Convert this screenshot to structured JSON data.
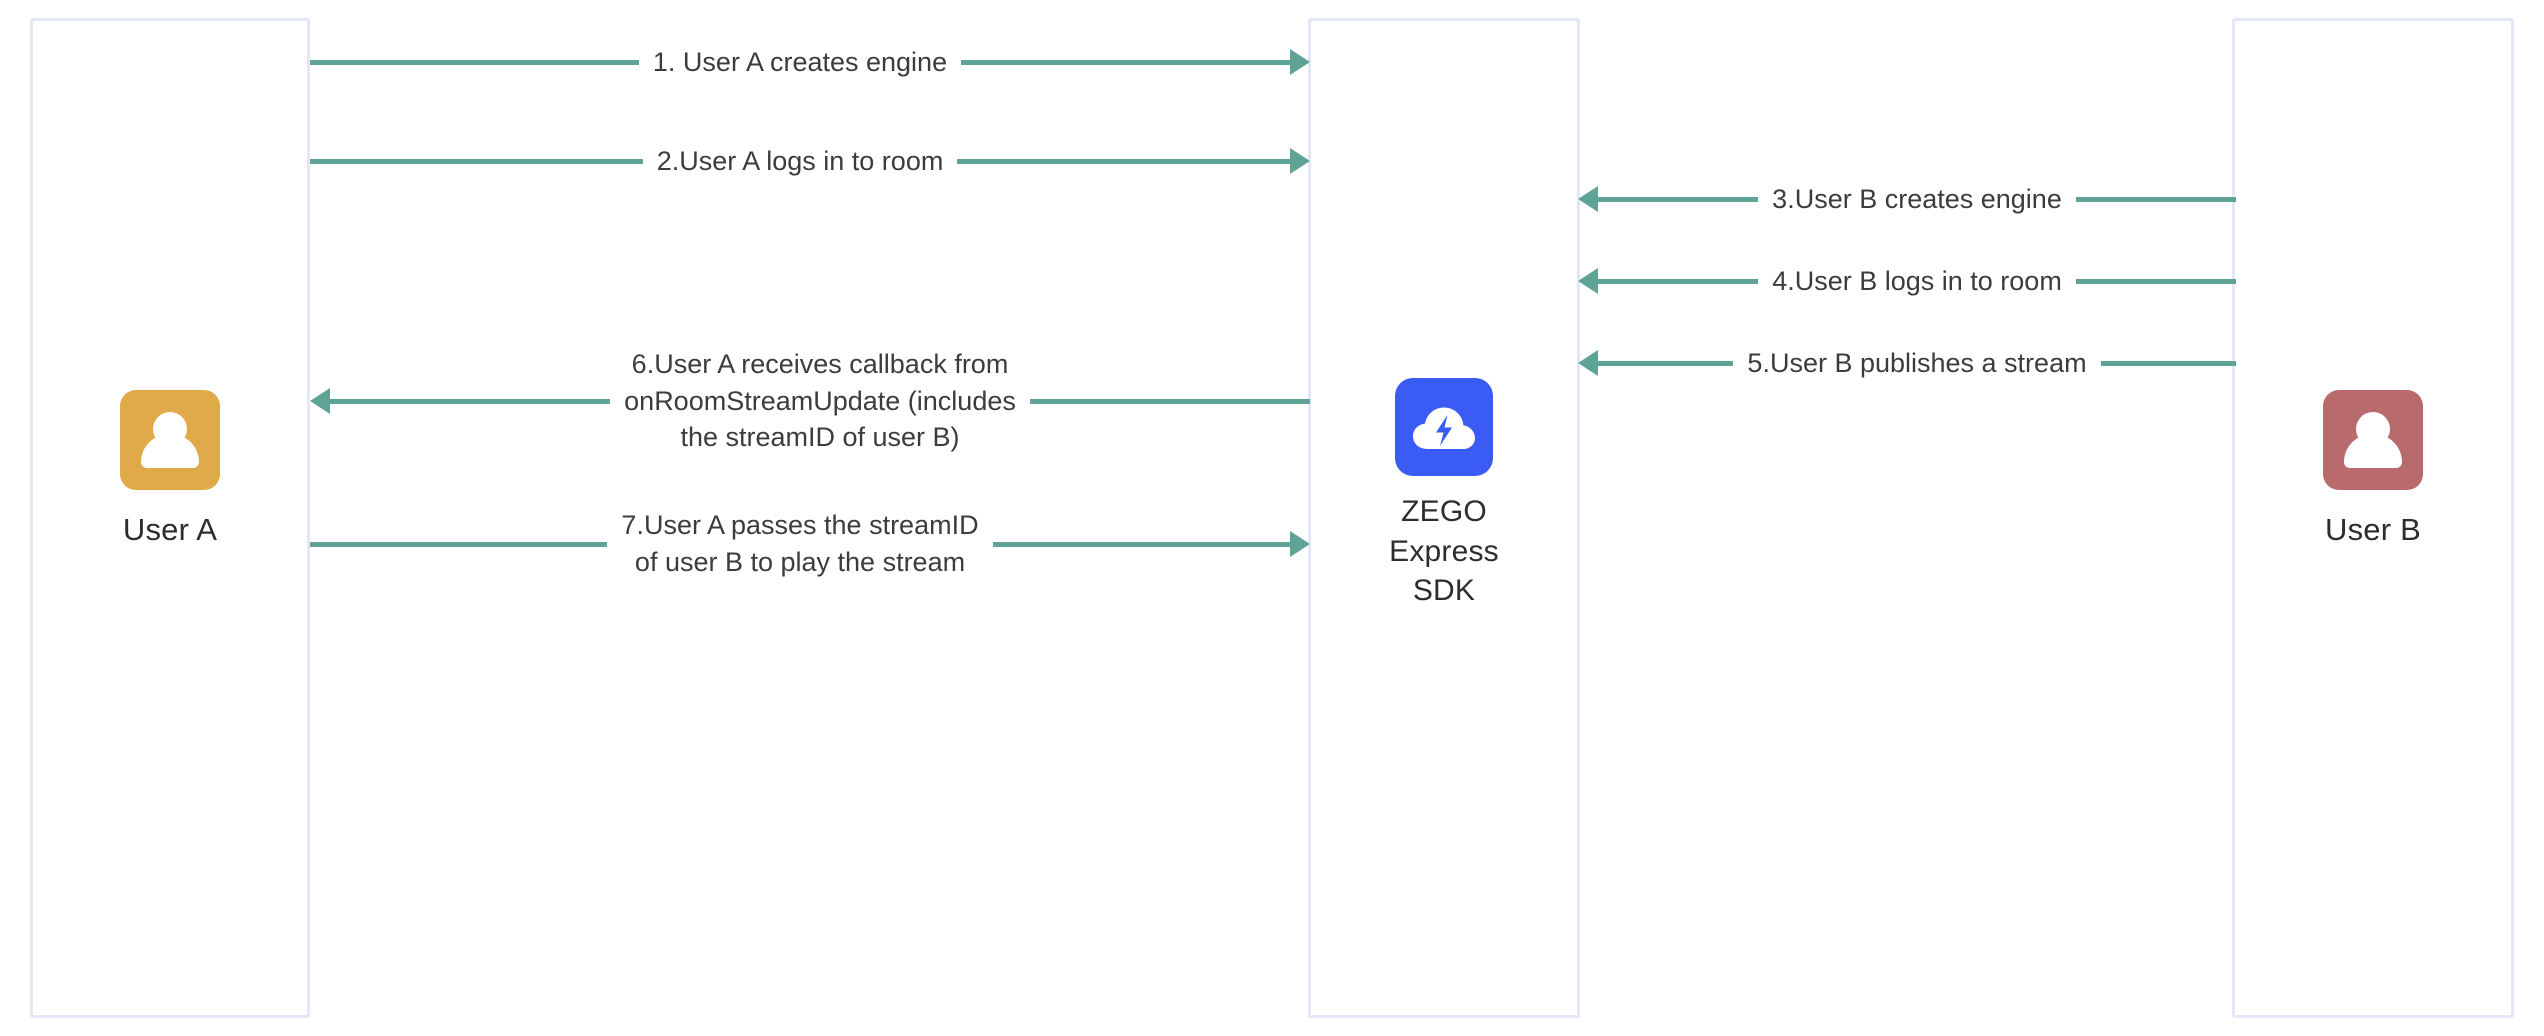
{
  "diagram": {
    "title": "ZEGO Express SDK publish and play sequence",
    "accent_arrow_color": "#5fa396",
    "lifeline_border_color": "#e2e8f8",
    "text_color": "#3c3c3c"
  },
  "actors": {
    "user_a": {
      "label": "User A",
      "avatar_color": "#e0a94a",
      "avatar_icon": "person-icon"
    },
    "sdk": {
      "label": "ZEGO\nExpress\nSDK",
      "logo_color": "#3b5bf5",
      "logo_icon": "cloud-lightning-icon"
    },
    "user_b": {
      "label": "User B",
      "avatar_color": "#b96a6d",
      "avatar_icon": "person-icon"
    }
  },
  "messages": [
    {
      "id": 1,
      "label": "1. User A creates engine",
      "from": "User A",
      "to": "ZEGO Express SDK",
      "direction": "right"
    },
    {
      "id": 2,
      "label": "2.User A logs in to room",
      "from": "User A",
      "to": "ZEGO Express SDK",
      "direction": "right"
    },
    {
      "id": 3,
      "label": "3.User B creates engine",
      "from": "User B",
      "to": "ZEGO Express SDK",
      "direction": "left"
    },
    {
      "id": 4,
      "label": "4.User B logs in to room",
      "from": "User B",
      "to": "ZEGO Express SDK",
      "direction": "left"
    },
    {
      "id": 5,
      "label": "5.User B publishes a stream",
      "from": "User B",
      "to": "ZEGO Express SDK",
      "direction": "left"
    },
    {
      "id": 6,
      "label": "6.User A receives callback from\nonRoomStreamUpdate (includes\nthe streamID of user B)",
      "from": "ZEGO Express SDK",
      "to": "User A",
      "direction": "left"
    },
    {
      "id": 7,
      "label": "7.User A passes the streamID\nof user B to play the stream",
      "from": "User A",
      "to": "ZEGO Express SDK",
      "direction": "right"
    }
  ]
}
